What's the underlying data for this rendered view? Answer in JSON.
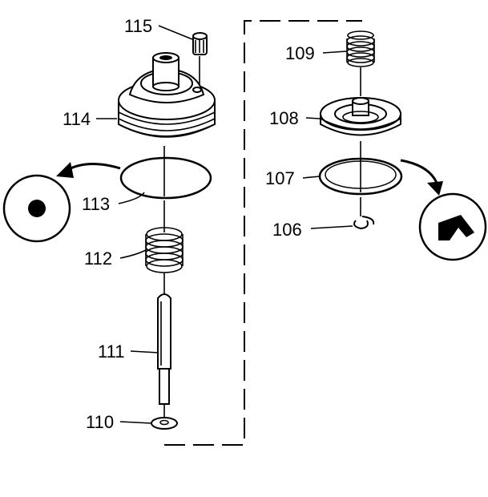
{
  "labels": {
    "p115": "115",
    "p114": "114",
    "p113": "113",
    "p112": "112",
    "p111": "111",
    "p110": "110",
    "p109": "109",
    "p108": "108",
    "p107": "107",
    "p106": "106"
  },
  "icons": {
    "left_callout": "lubricate-icon",
    "right_callout": "grease-apply-icon"
  },
  "colors": {
    "line": "#000000",
    "background": "#ffffff"
  }
}
